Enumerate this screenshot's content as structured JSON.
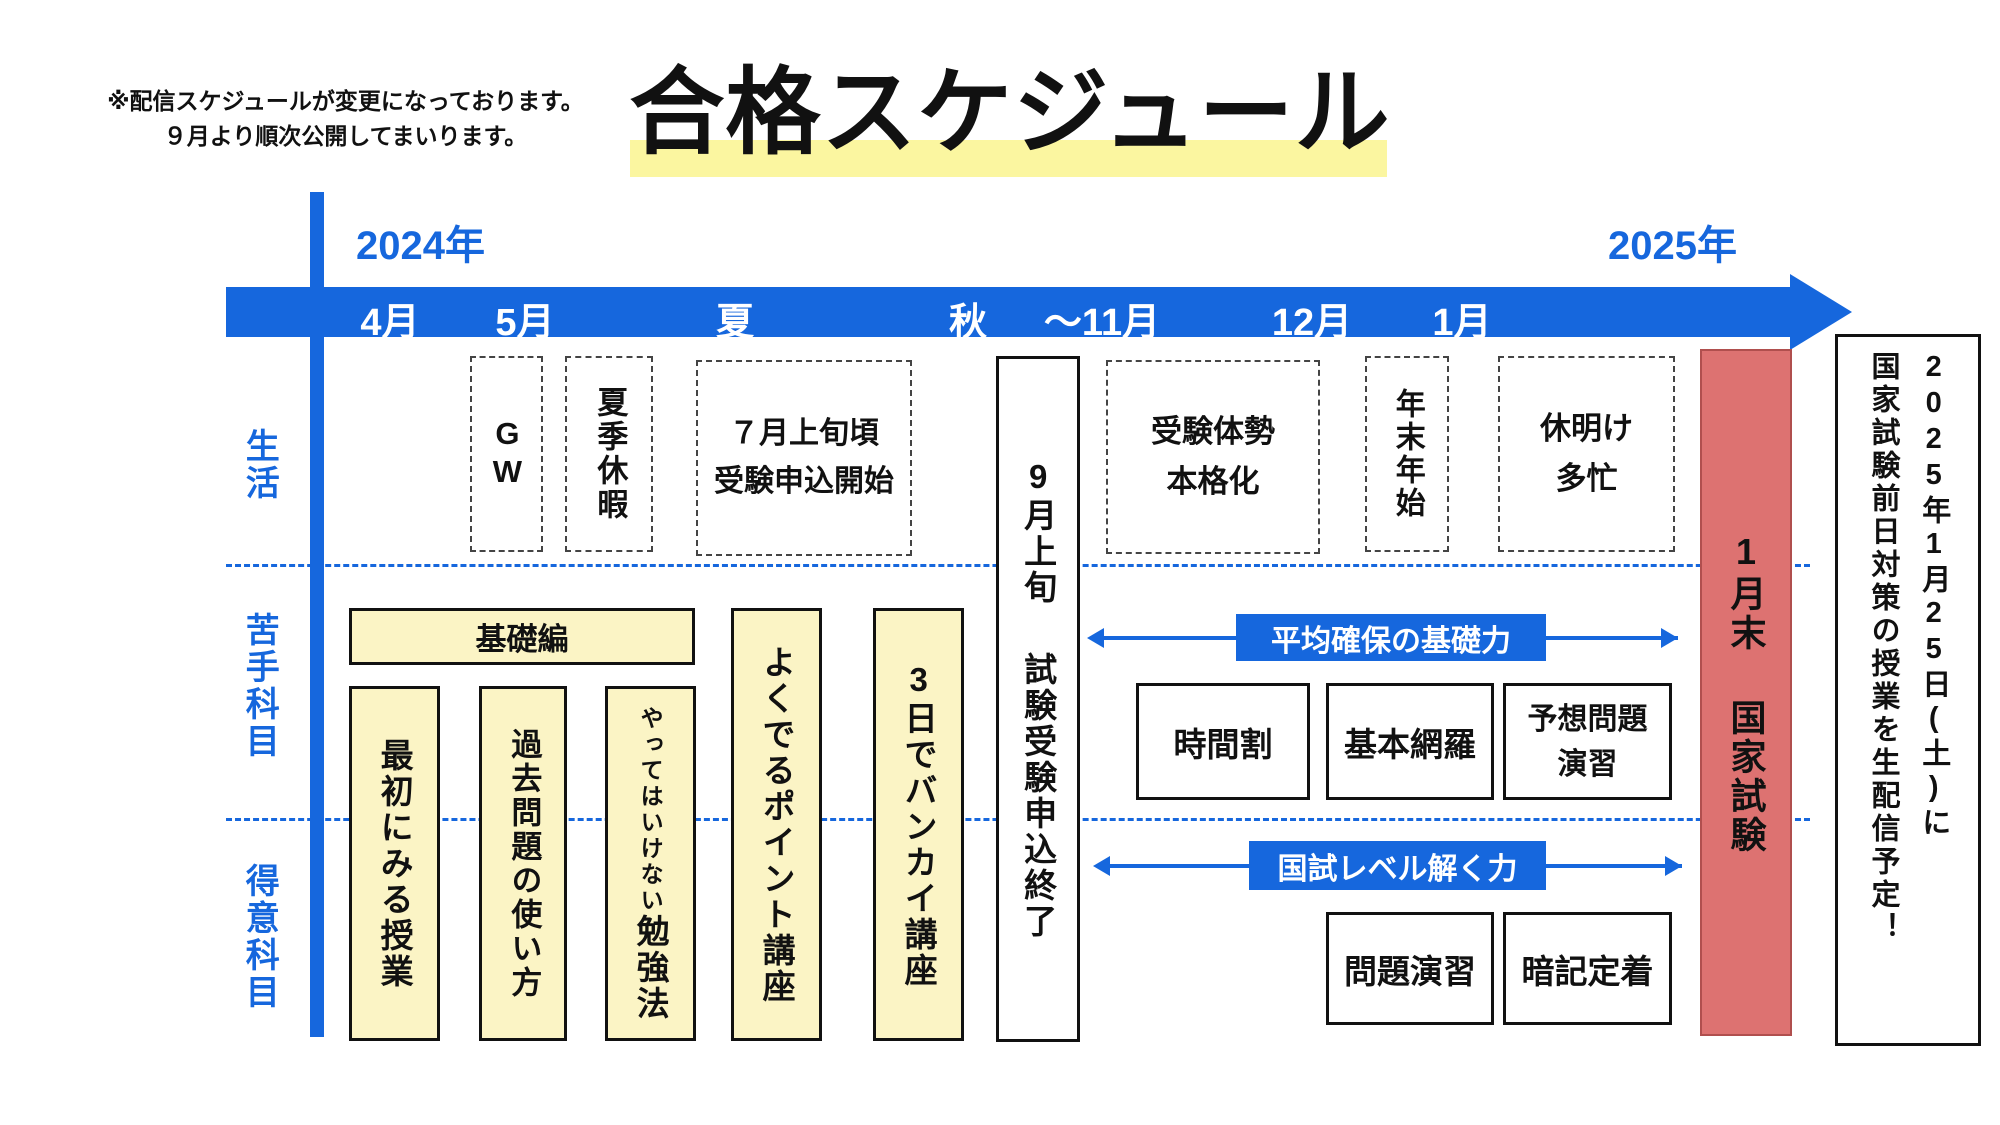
{
  "colors": {
    "blue": "#1667dd",
    "highlight_yellow": "#fbf6a0",
    "box_yellow": "#fbf4c5",
    "exam_red": "#dd7271"
  },
  "note": {
    "line1": "※配信スケジュールが変更になっております。",
    "line2": "９月より順次公開してまいります。"
  },
  "title": {
    "text": "合格スケジュール"
  },
  "timeline": {
    "year_left": "2024年",
    "year_right": "2025年",
    "months": [
      "4月",
      "5月",
      "夏",
      "秋",
      "～11月",
      "12月",
      "1月"
    ]
  },
  "row_labels": {
    "life": "生活",
    "weak": "苦手科目",
    "strong": "得意科目"
  },
  "life_row": {
    "gw": "GW",
    "summer": "夏季休暇",
    "july": {
      "line1": "７月上旬頃",
      "line2": "受験申込開始"
    },
    "taisei": {
      "line1": "受験体勢",
      "line2": "本格化"
    },
    "nenmatsu": "年末年始",
    "yasumiake": {
      "line1": "休明け",
      "line2": "多忙"
    }
  },
  "september_box": {
    "line1": "9月上旬",
    "line2": "試験受験申込終了"
  },
  "exam_box": {
    "line1": "1月末",
    "line2": "国家試験"
  },
  "info_box": {
    "line1": "2025年1月25日(土)に",
    "line2": "国家試験前日対策の授業を生配信予定！"
  },
  "weak_row": {
    "kiso": "基礎編",
    "box1": "最初にみる授業",
    "box2": "過去問題の使い方",
    "box3_small": "やってはいけない",
    "box3_large": "勉強法",
    "box4": "よくでるポイント講座",
    "box5": "3日でバンカイ講座",
    "arrow_label": "平均確保の基礎力",
    "item1": "時間割",
    "item2": "基本網羅",
    "item3": {
      "line1": "予想問題",
      "line2": "演習"
    }
  },
  "strong_row": {
    "arrow_label": "国試レベル解く力",
    "item1": "問題演習",
    "item2": "暗記定着"
  }
}
